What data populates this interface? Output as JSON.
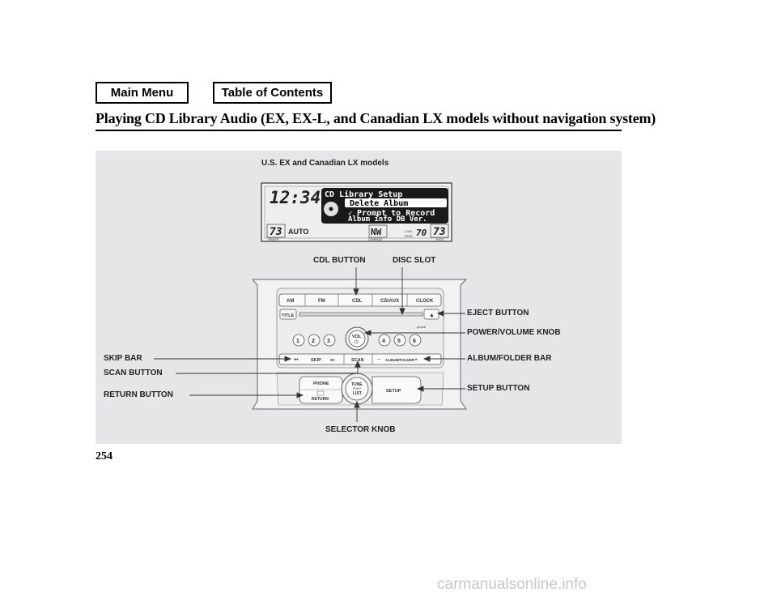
{
  "nav": {
    "main_menu": "Main Menu",
    "table_of_contents": "Table of Contents"
  },
  "page": {
    "title": "Playing CD Library Audio (EX, EX-L, and Canadian LX models without navigation system)",
    "number": "254",
    "watermark": "carmanualsonline.info"
  },
  "figure": {
    "caption": "U.S. EX and Canadian LX models",
    "display": {
      "clock": "12:34",
      "menu_title": "CD Library Setup",
      "menu_items": [
        "Delete Album",
        "Prompt to Record",
        "Album info DB Ver."
      ],
      "temp_driver": "73",
      "temp_passenger": "73",
      "temp_rear": "70",
      "auto": "AUTO",
      "compass": "NW",
      "small_labels": {
        "driver": "DRIVER",
        "compass": "COMPASS",
        "lock": "LOCK",
        "rear": "REAR",
        "pass": "PASS"
      }
    },
    "unit": {
      "top_buttons": [
        "AM",
        "FM",
        "CDL",
        "CD/AUX",
        "CLOCK"
      ],
      "title_button": "TITLE",
      "eject_symbol": "▲",
      "vol": "VOL",
      "presets": [
        "1",
        "2",
        "3",
        "4",
        "5",
        "6"
      ],
      "skip": "SKIP",
      "skip_back": "⏮",
      "skip_fwd": "⏭",
      "scan": "SCAN",
      "album_folder": "ALBUM/FOLDER",
      "minus": "−",
      "plus": "+",
      "phone": "PHONE",
      "return": "RETURN",
      "tune": "TUNE",
      "push": "PUSH",
      "list": "LIST",
      "setup": "SETUP",
      "bluetooth": "phone"
    },
    "callouts": {
      "cdl_button": "CDL BUTTON",
      "disc_slot": "DISC SLOT",
      "eject_button": "EJECT BUTTON",
      "power_volume_knob": "POWER/VOLUME KNOB",
      "skip_bar": "SKIP BAR",
      "album_folder_bar": "ALBUM/FOLDER BAR",
      "scan_button": "SCAN BUTTON",
      "return_button": "RETURN BUTTON",
      "setup_button": "SETUP BUTTON",
      "selector_knob": "SELECTOR KNOB"
    }
  }
}
